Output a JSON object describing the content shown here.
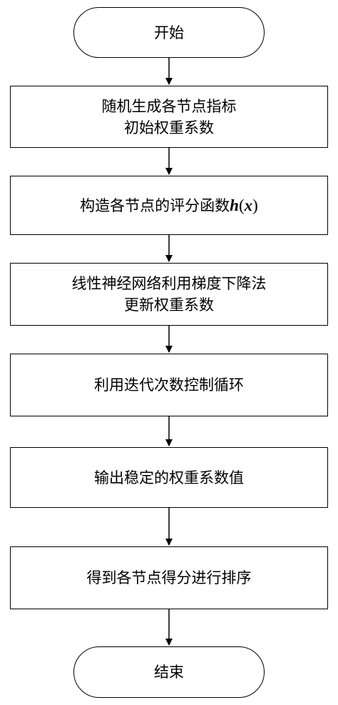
{
  "start": {
    "label": "开始"
  },
  "steps": [
    {
      "label": "随机生成各节点指标\n初始权重系数"
    },
    {
      "label": "构造各节点的评分函数",
      "function_name": "h",
      "function_arg": "x"
    },
    {
      "label": "线性神经网络利用梯度下降法\n更新权重系数"
    },
    {
      "label": "利用迭代次数控制循环"
    },
    {
      "label": "输出稳定的权重系数值"
    },
    {
      "label": "得到各节点得分进行排序"
    }
  ],
  "end": {
    "label": "结束"
  },
  "colors": {
    "stroke": "#000000",
    "fill": "#ffffff",
    "text": "#000000"
  }
}
